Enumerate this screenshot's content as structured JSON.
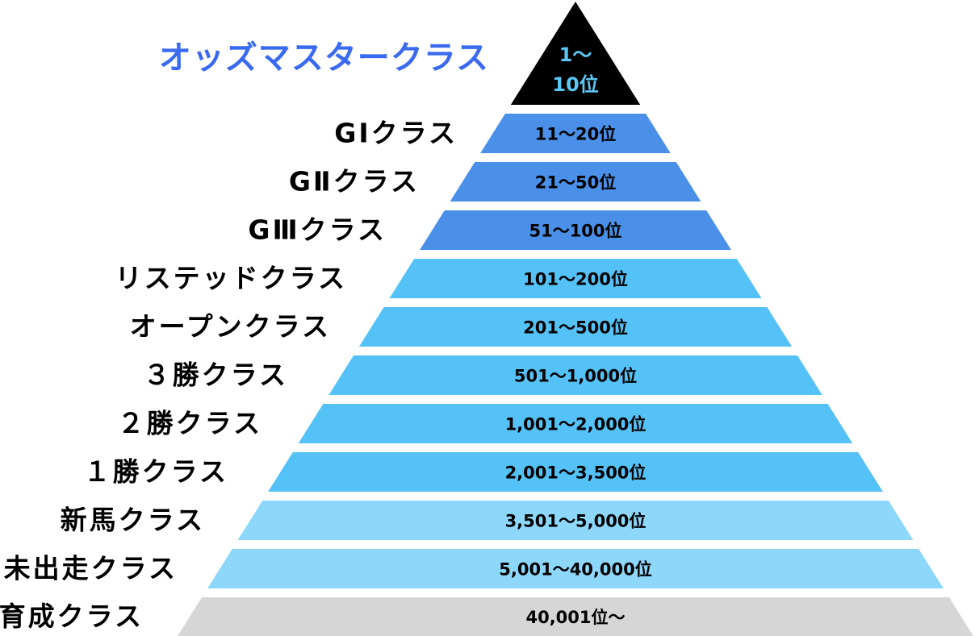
{
  "tiers": [
    {
      "label": "オッズマスタークラス",
      "range_line1": "1〜",
      "range_line2": "10位",
      "fill": "#000000",
      "label_color": "#3a6af0",
      "range_color": "#5bc8f5"
    },
    {
      "label": "GⅠクラス",
      "range": "11〜20位",
      "fill": "#4a90e8",
      "label_color": "#000000",
      "range_color": "#000000"
    },
    {
      "label": "GⅡクラス",
      "range": "21〜50位",
      "fill": "#4a90e8",
      "label_color": "#000000",
      "range_color": "#000000"
    },
    {
      "label": "GⅢクラス",
      "range": "51〜100位",
      "fill": "#4a90e8",
      "label_color": "#000000",
      "range_color": "#000000"
    },
    {
      "label": "リステッドクラス",
      "range": "101〜200位",
      "fill": "#55c2f7",
      "label_color": "#000000",
      "range_color": "#000000"
    },
    {
      "label": "オープンクラス",
      "range": "201〜500位",
      "fill": "#55c2f7",
      "label_color": "#000000",
      "range_color": "#000000"
    },
    {
      "label": "３勝クラス",
      "range": "501〜1,000位",
      "fill": "#55c2f7",
      "label_color": "#000000",
      "range_color": "#000000"
    },
    {
      "label": "２勝クラス",
      "range": "1,001〜2,000位",
      "fill": "#55c2f7",
      "label_color": "#000000",
      "range_color": "#000000"
    },
    {
      "label": "１勝クラス",
      "range": "2,001〜3,500位",
      "fill": "#55c2f7",
      "label_color": "#000000",
      "range_color": "#000000"
    },
    {
      "label": "新馬クラス",
      "range": "3,501〜5,000位",
      "fill": "#8dd7fb",
      "label_color": "#000000",
      "range_color": "#000000"
    },
    {
      "label": "未出走クラス",
      "range": "5,001〜40,000位",
      "fill": "#8dd7fb",
      "label_color": "#000000",
      "range_color": "#000000"
    },
    {
      "label": "育成クラス",
      "range": "40,001位〜",
      "fill": "#d6d6d6",
      "label_color": "#000000",
      "range_color": "#000000"
    }
  ]
}
